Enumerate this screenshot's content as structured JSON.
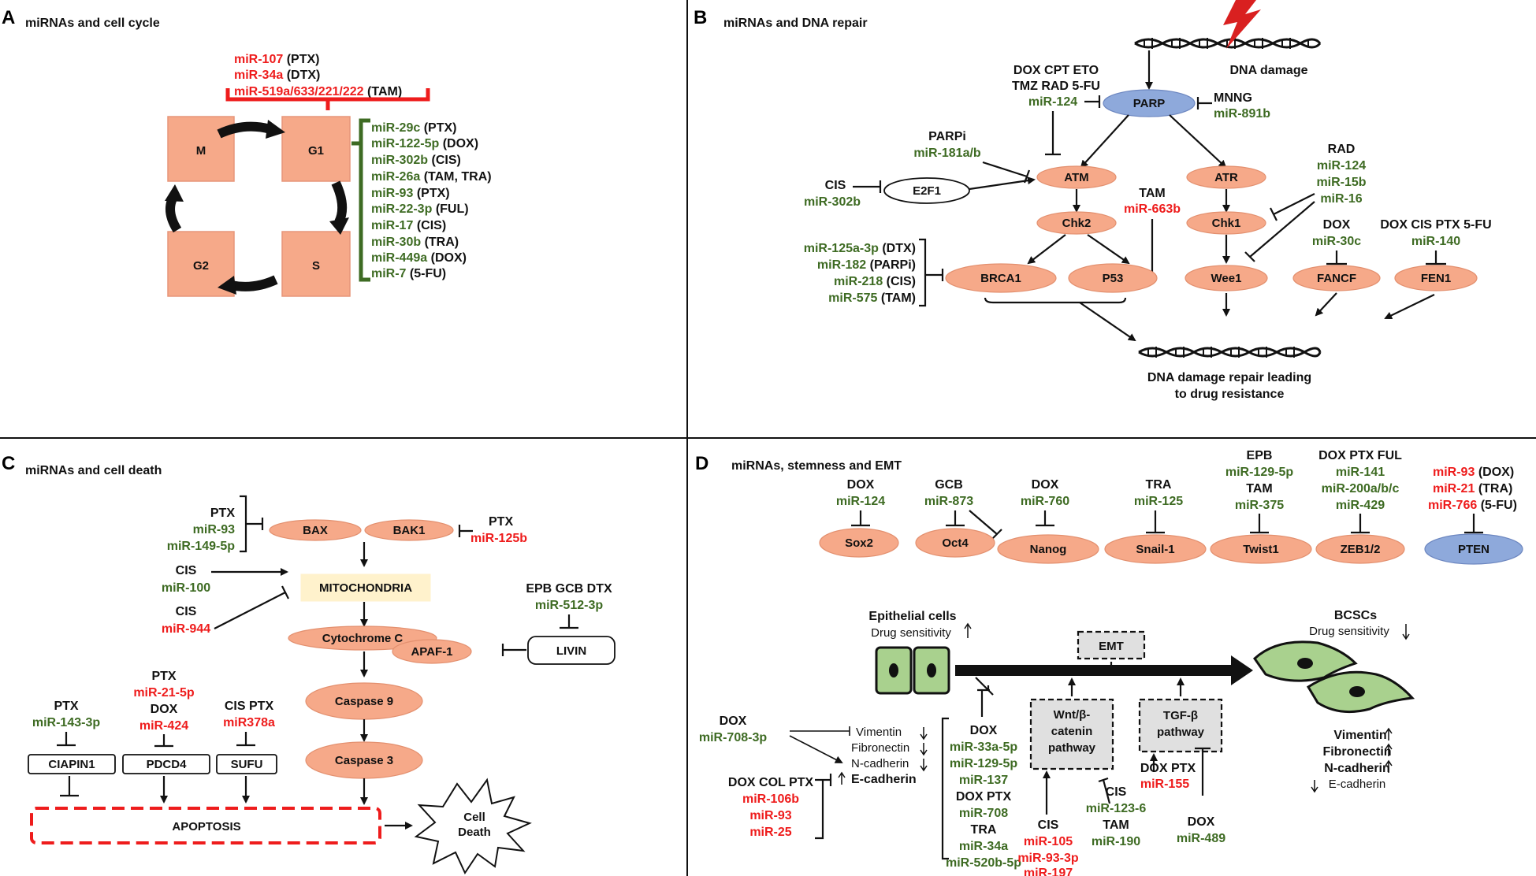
{
  "panels": {
    "a": {
      "letter": "A",
      "title": "miRNAs and cell cycle"
    },
    "b": {
      "letter": "B",
      "title": "miRNAs and DNA repair"
    },
    "c": {
      "letter": "C",
      "title": "miRNAs and cell death"
    },
    "d": {
      "letter": "D",
      "title": "miRNAs, stemness and EMT"
    }
  },
  "cell_cycle": {
    "phases": {
      "m": "M",
      "g1": "G1",
      "s": "S",
      "g2": "G2"
    },
    "red_mirnas": [
      {
        "mir": "miR-107",
        "drug": "(PTX)"
      },
      {
        "mir": "miR-34a",
        "drug": "(DTX)"
      },
      {
        "mir": "miR-519a/633/221/222",
        "drug": "(TAM)"
      }
    ],
    "green_mirnas": [
      {
        "mir": "miR-29c",
        "drug": "(PTX)"
      },
      {
        "mir": "miR-122-5p",
        "drug": "(DOX)"
      },
      {
        "mir": "miR-302b",
        "drug": "(CIS)"
      },
      {
        "mir": "miR-26a",
        "drug": "(TAM, TRA)"
      },
      {
        "mir": "miR-93",
        "drug": "(PTX)"
      },
      {
        "mir": "miR-22-3p",
        "drug": "(FUL)"
      },
      {
        "mir": "miR-17",
        "drug": "(CIS)"
      },
      {
        "mir": "miR-30b",
        "drug": "(TRA)"
      },
      {
        "mir": "miR-449a",
        "drug": "(DOX)"
      },
      {
        "mir": "miR-7",
        "drug": "(5-FU)"
      }
    ]
  },
  "dna_repair": {
    "dna_damage": "DNA damage",
    "parp": "PARP",
    "drugs_parp": [
      "DOX CPT ETO",
      "TMZ RAD 5-FU"
    ],
    "mir124": "miR-124",
    "mnng": "MNNG",
    "mir891b": "miR-891b",
    "parpi": "PARPi",
    "mir181": "miR-181a/b",
    "cis": "CIS",
    "mir302b": "miR-302b",
    "e2f1": "E2F1",
    "atm": "ATM",
    "atr": "ATR",
    "chk2": "Chk2",
    "chk1": "Chk1",
    "tam": "TAM",
    "mir663b": "miR-663b",
    "rad": "RAD",
    "rad_mirs": [
      "miR-124",
      "miR-15b",
      "miR-16"
    ],
    "dox": "DOX",
    "mir30c": "miR-30c",
    "fen_drugs": "DOX CIS PTX 5-FU",
    "mir140": "miR-140",
    "brca_mirs": [
      {
        "mir": "miR-125a-3p",
        "drug": "(DTX)"
      },
      {
        "mir": "miR-182",
        "drug": "(PARPi)"
      },
      {
        "mir": "miR-218",
        "drug": "(CIS)"
      },
      {
        "mir": "miR-575",
        "drug": "(TAM)"
      }
    ],
    "brca1": "BRCA1",
    "p53": "P53",
    "wee1": "Wee1",
    "fancf": "FANCF",
    "fen1": "FEN1",
    "repair": [
      "DNA damage repair leading",
      "to drug resistance"
    ]
  },
  "cell_death": {
    "ptx": "PTX",
    "mir93": "miR-93",
    "mir149": "miR-149-5p",
    "bax": "BAX",
    "bak1": "BAK1",
    "ptx2": "PTX",
    "mir125b": "miR-125b",
    "cis1": "CIS",
    "mir100": "miR-100",
    "mito": "MITOCHONDRIA",
    "cis2": "CIS",
    "mir944": "miR-944",
    "livin_drugs": "EPB GCB DTX",
    "mir512": "miR-512-3p",
    "cytc": "Cytochrome C",
    "apaf": "APAF-1",
    "livin": "LIVIN",
    "casp9": "Caspase 9",
    "casp3": "Caspase 3",
    "ptx3": "PTX",
    "mir143": "miR-143-3p",
    "ciapin": "CIAPIN1",
    "ptx4": "PTX",
    "mir21": "miR-21-5p",
    "dox": "DOX",
    "mir424": "miR-424",
    "pdcd4": "PDCD4",
    "cisptx": "CIS PTX",
    "mir378": "miR378a",
    "sufu": "SUFU",
    "apoptosis": "APOPTOSIS",
    "celldeath": [
      "Cell",
      "Death"
    ]
  },
  "emt": {
    "targets": [
      {
        "drug": "DOX",
        "mir": "miR-124",
        "name": "Sox2"
      },
      {
        "drug": "GCB",
        "mir": "miR-873",
        "name": "Oct4"
      },
      {
        "drug": "DOX",
        "mir": "miR-760",
        "name": "Nanog"
      },
      {
        "drug": "TRA",
        "mir": "miR-125",
        "name": "Snail-1"
      },
      {
        "drug": "EPB",
        "mir": "miR-129-5p",
        "drug2": "TAM",
        "mir2": "miR-375",
        "name": "Twist1"
      },
      {
        "drug": "DOX PTX FUL",
        "mir": "miR-141",
        "mir2": "miR-200a/b/c",
        "mir3": "miR-429",
        "name": "ZEB1/2"
      }
    ],
    "pten_mirs": [
      {
        "mir": "miR-93",
        "drug": "(DOX)"
      },
      {
        "mir": "miR-21",
        "drug": "(TRA)"
      },
      {
        "mir": "miR-766",
        "drug": "(5-FU)"
      }
    ],
    "pten": "PTEN",
    "epithelial": "Epithelial cells",
    "drug_sens": "Drug sensitivity",
    "emt": "EMT",
    "bcscs": "BCSCs",
    "drug_sens2": "Drug sensitivity",
    "wnt": [
      "Wnt/β-",
      "catenin",
      "pathway"
    ],
    "tgf": [
      "TGF-β",
      "pathway"
    ],
    "dox_left": "DOX",
    "mir708": "miR-708-3p",
    "markers_left": [
      "Vimentin",
      "Fibronectin",
      "N-cadherin",
      "E-cadherin"
    ],
    "dcp": "DOX COL PTX",
    "dcp_mirs": [
      "miR-106b",
      "miR-93",
      "miR-25"
    ],
    "mid_list": [
      {
        "t": "DOX",
        "c": "k"
      },
      {
        "t": "miR-33a-5p",
        "c": "g"
      },
      {
        "t": "miR-129-5p",
        "c": "g"
      },
      {
        "t": "miR-137",
        "c": "g"
      },
      {
        "t": "DOX PTX",
        "c": "k"
      },
      {
        "t": "miR-708",
        "c": "g"
      },
      {
        "t": "TRA",
        "c": "k"
      },
      {
        "t": "miR-34a",
        "c": "g"
      },
      {
        "t": "miR-520b-5p",
        "c": "g"
      }
    ],
    "cis1": "CIS",
    "cis1_mirs": [
      "miR-105",
      "miR-93-3p",
      "miR-197"
    ],
    "cis2": "CIS",
    "cis2_list": [
      "miR-123-6",
      "TAM",
      "miR-190"
    ],
    "doxptx": "DOX PTX",
    "mir155": "miR-155",
    "dox2": "DOX",
    "mir489": "miR-489",
    "markers_right": [
      "Vimentin",
      "Fibronectin",
      "N-cadherin",
      "E-cadherin"
    ]
  },
  "colors": {
    "salmon": "#f6a989",
    "green": "#3e6b23",
    "red": "#ee1c1c",
    "blue": "#8ea9db",
    "cell_green": "#a9d18e"
  }
}
